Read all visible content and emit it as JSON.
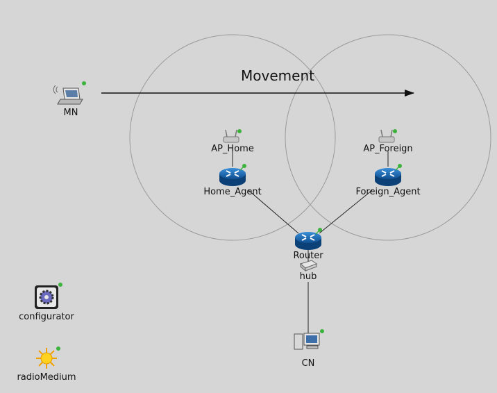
{
  "title": "Movement",
  "nodes": {
    "mn": {
      "label": "MN",
      "icon": "laptop-icon"
    },
    "ap_home": {
      "label": "AP_Home",
      "icon": "access-point-icon"
    },
    "ap_foreign": {
      "label": "AP_Foreign",
      "icon": "access-point-icon"
    },
    "home_agent": {
      "label": "Home_Agent",
      "icon": "router-icon"
    },
    "foreign_agent": {
      "label": "Foreign_Agent",
      "icon": "router-icon"
    },
    "router": {
      "label": "Router",
      "icon": "router-icon"
    },
    "hub": {
      "label": "hub",
      "icon": "hub-icon"
    },
    "cn": {
      "label": "CN",
      "icon": "computer-icon"
    },
    "configurator": {
      "label": "configurator",
      "icon": "gear-icon"
    },
    "radio_medium": {
      "label": "radioMedium",
      "icon": "sun-icon"
    }
  },
  "colors": {
    "background": "#d6d6d6",
    "router": "#1e6fb8",
    "range_circle": "#9a9a9a",
    "status_dot": "#3cb33c"
  }
}
